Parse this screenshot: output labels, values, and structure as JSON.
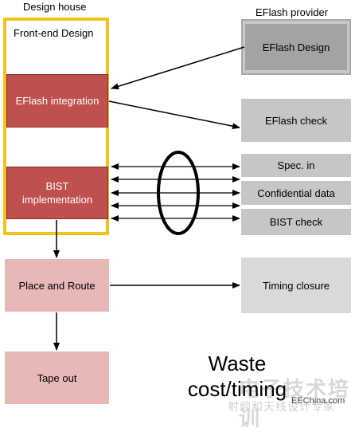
{
  "labels": {
    "design_house": "Design house",
    "eflash_provider": "EFlash provider",
    "front_end": "Front-end Design"
  },
  "boxes": {
    "eflash_integration": "EFlash integration",
    "bist_implementation": "BIST implementation",
    "place_and_route": "Place and Route",
    "tape_out": "Tape out",
    "eflash_design": "EFlash Design",
    "eflash_check": "EFlash check",
    "spec_in": "Spec. in",
    "confidential_data": "Confidential data",
    "bist_check": "BIST check",
    "timing_closure": "Timing closure"
  },
  "note": {
    "line1": "Waste",
    "line2": "cost/timing"
  },
  "watermark": {
    "cn_big": "电子技术培训",
    "site": "EEChina.com",
    "cn_small": "射频和天线设计专家"
  },
  "colors": {
    "frame": "#f5c21b",
    "red": "#c0504d",
    "pink": "#e8b8b7",
    "grey": "#c6c6c6"
  }
}
